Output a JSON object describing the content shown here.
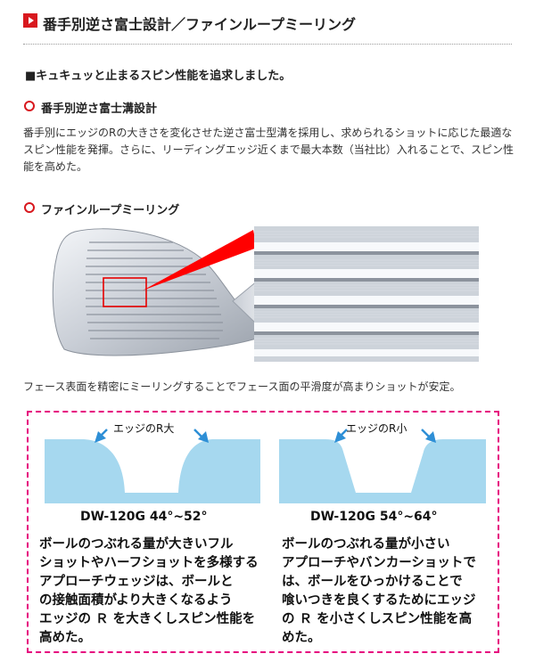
{
  "header": {
    "title": "番手別逆さ富士設計／ファインループミーリング"
  },
  "lead": "■キュキュッと止まるスピン性能を追求しました。",
  "section1": {
    "heading": "番手別逆さ富士溝設計",
    "body": "番手別にエッジのRの大きさを変化させた逆さ富士型溝を採用し、求められるショットに応じた最適なスピン性能を発揮。さらに、リーディングエッジ近くまで最大本数（当社比）入れることで、スピン性能を高めた。"
  },
  "section2": {
    "heading": "ファインループミーリング",
    "caption": "フェース表面を精密にミーリングすることでフェース面の平滑度が高まりショットが安定。"
  },
  "comparison": {
    "left": {
      "edge_label": "エッジのR大",
      "model": "DW-120G 44°~52°",
      "desc_lines": [
        "ボールのつぶれる量が大きいフル",
        "ショットやハーフショットを多様する",
        "アプローチウェッジは、ボールと",
        "の接触面積がより大きくなるよう",
        "エッジの Ｒ を大きくしスピン性能を",
        "高めた。"
      ]
    },
    "right": {
      "edge_label": "エッジのR小",
      "model": "DW-120G 54°~64°",
      "desc_lines": [
        "ボールのつぶれる量が小さい",
        "アプローチやバンカーショットで",
        "は、ボールをひっかけることで",
        "喰いつきを良くするためにエッジ",
        "の Ｒ を小さくしスピン性能を高",
        "めた。"
      ]
    }
  },
  "colors": {
    "accent_red": "#d8181e",
    "dash_pink": "#e6007e",
    "groove_blue": "#a6d8ef",
    "arrow_blue": "#2e8fd6"
  },
  "icons": {
    "header_marker": "play-square-icon",
    "section_marker": "red-circle-icon"
  }
}
